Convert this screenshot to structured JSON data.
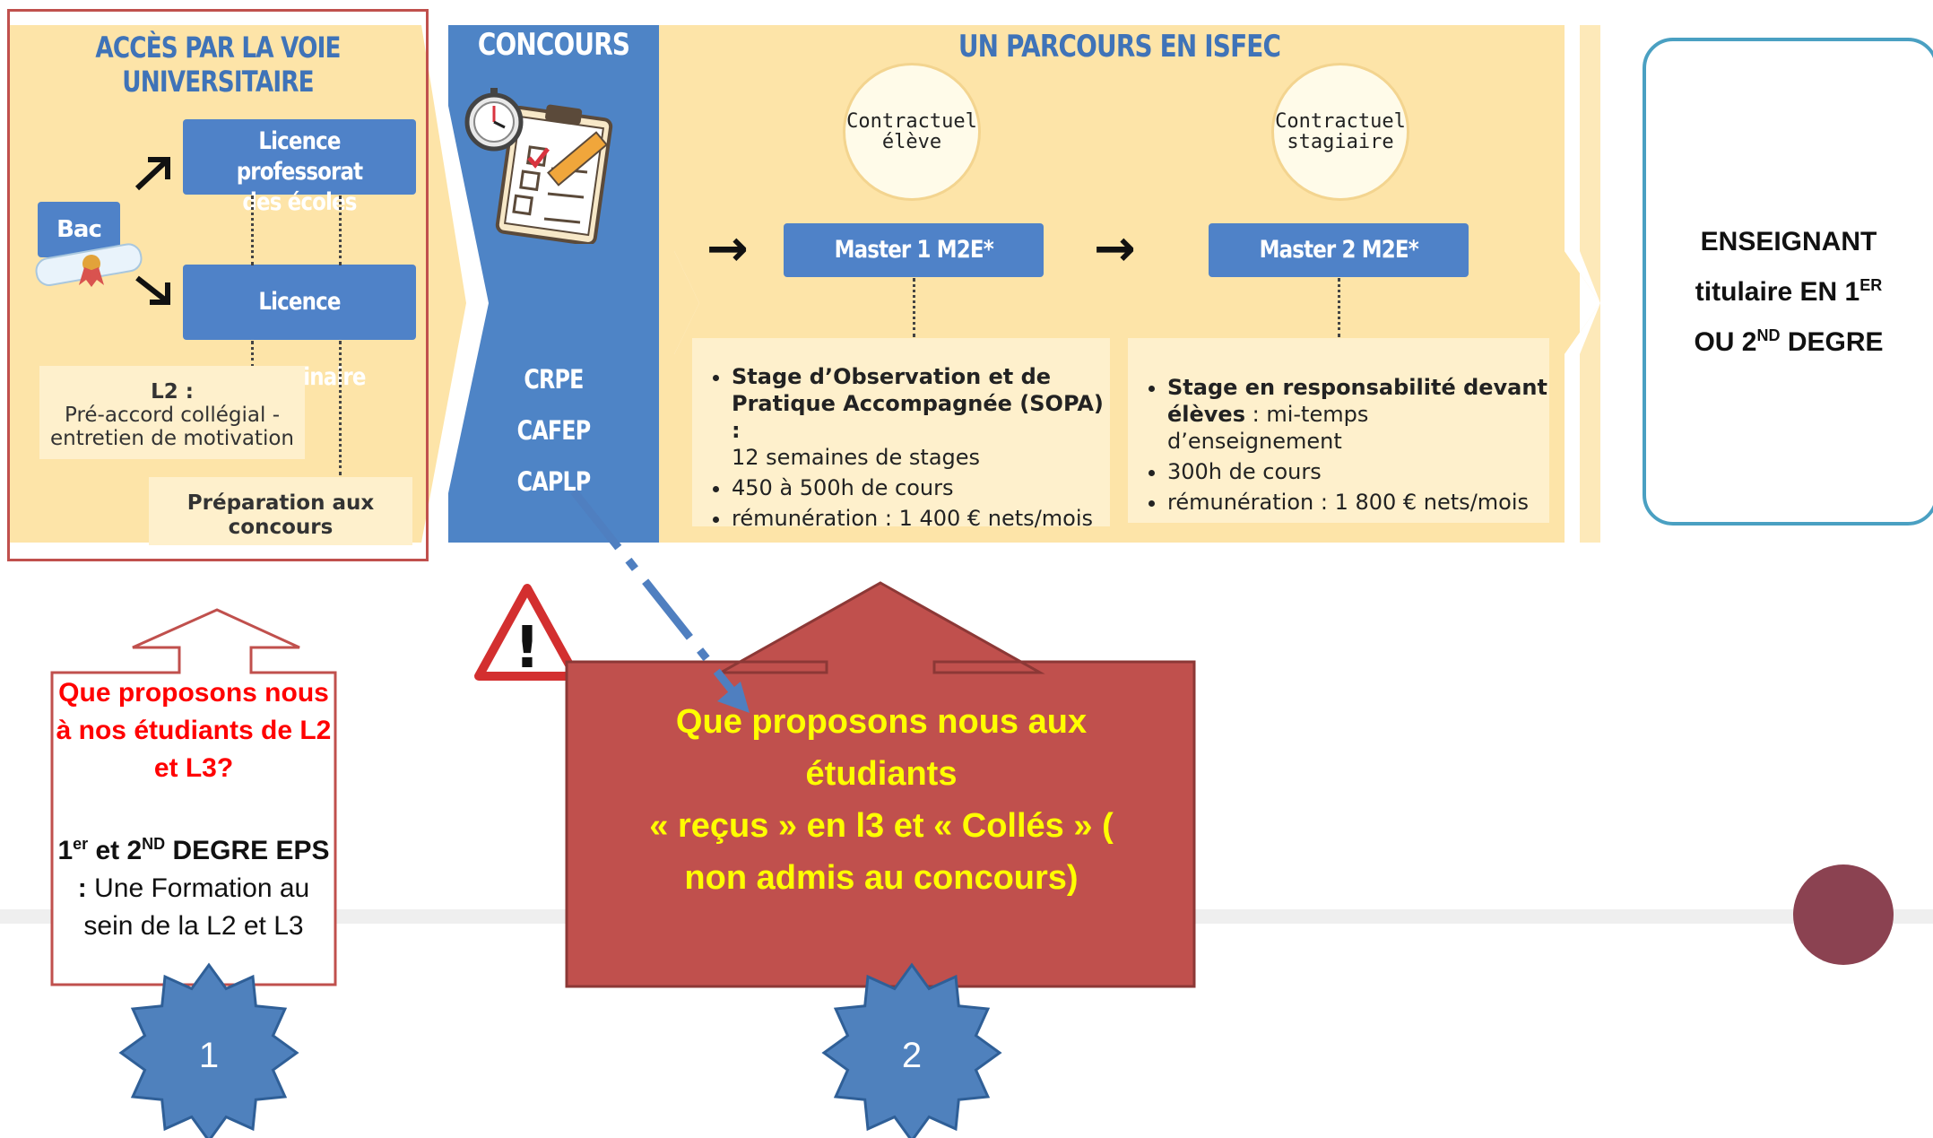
{
  "section_university": {
    "title": "ACCÈS PAR LA VOIE UNIVERSITAIRE",
    "bac": "Bac",
    "licence_prof_line1": "Licence professorat",
    "licence_prof_line2": "des écoles",
    "licence_disc": "Licence disciplinaire",
    "l2_title": "L2 :",
    "l2_line1": "Pré-accord collégial -",
    "l2_line2": "entretien de motivation",
    "prep_line1": "Préparation aux",
    "prep_line2": "concours"
  },
  "section_concours": {
    "title": "CONCOURS",
    "items": [
      "CRPE",
      "CAFEP",
      "CAPLP"
    ]
  },
  "section_isfec": {
    "title": "UN PARCOURS EN ISFEC",
    "circle1_line1": "Contractuel",
    "circle1_line2": "élève",
    "circle2_line1": "Contractuel",
    "circle2_line2": "stagiaire",
    "master1": "Master 1 M2E*",
    "master2": "Master 2 M2E*",
    "arrow": "→",
    "m1_b1_bold": "Stage d’Observation et de Pratique Accompagnée (SOPA) :",
    "m1_b1_rest": "12 semaines de stages",
    "m1_b2": "450 à 500h de cours",
    "m1_b3": "rémunération : 1 400 € nets/mois",
    "m2_b1_bold": "Stage en responsabilité devant élèves",
    "m2_b1_rest": " : mi-temps d’enseignement",
    "m2_b2": "300h de cours",
    "m2_b3": "rémunération : 1 800 € nets/mois"
  },
  "enseignant": {
    "line1": "ENSEIGNANT",
    "line2a": "titulaire EN 1",
    "line2sup": "ER",
    "line3a": "OU 2",
    "line3sup": "ND",
    "line3b": " DEGRE"
  },
  "box1": {
    "red_line1": "Que proposons nous",
    "red_line2": "à nos étudiants de L2",
    "red_line3": "et L3?",
    "bold_a": "1",
    "bold_sup1": "er",
    "bold_b": " et 2",
    "bold_sup2": "ND",
    "bold_c": " DEGRE EPS",
    "bold_d": ":",
    "line_rest1": " Une Formation au",
    "line_rest2": "sein de la L2 et L3"
  },
  "box2": {
    "line1": "Que proposons nous aux",
    "line2": "étudiants",
    "line3": "« reçus » en l3 et « Collés » (",
    "line4": "non admis au concours)"
  },
  "badges": [
    "1",
    "2"
  ],
  "warning_symbol": "!",
  "colors": {
    "banner_bg": "#fde4a8",
    "blue_box": "#4f82c8",
    "concours_col": "#4e84c6",
    "red_box": "#c0504d",
    "badge": "#4f81bd",
    "teal_border": "#4aa0c2",
    "maroon_dot": "#8b4251",
    "yellow_text": "#ffff00",
    "red_text": "#ff0000"
  }
}
